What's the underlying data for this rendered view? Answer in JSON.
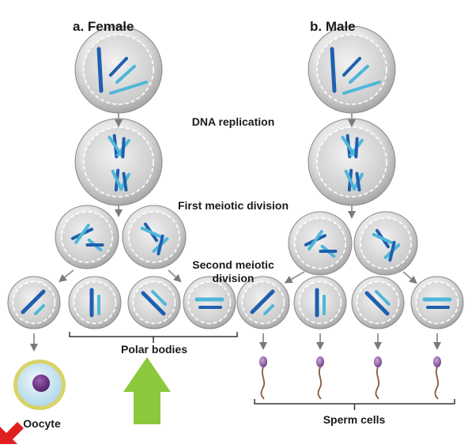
{
  "headers": {
    "female": "a. Female",
    "male": "b. Male"
  },
  "steps": {
    "dna_replication": "DNA replication",
    "first_division": "First meiotic division",
    "second_division_line1": "Second meiotic",
    "second_division_line2": "division"
  },
  "labels": {
    "polar_bodies": "Polar bodies",
    "oocyte": "Oocyte",
    "sperm_cells": "Sperm cells"
  },
  "colors": {
    "dark_chromosome": "#1f5fae",
    "light_chromosome": "#4fb6d8",
    "highlight_arrow": "#8cc83c",
    "corner_arrow": "#e02020",
    "oocyte_nucleus": "#6a2e7d",
    "oocyte_border": "#d8d36a"
  }
}
